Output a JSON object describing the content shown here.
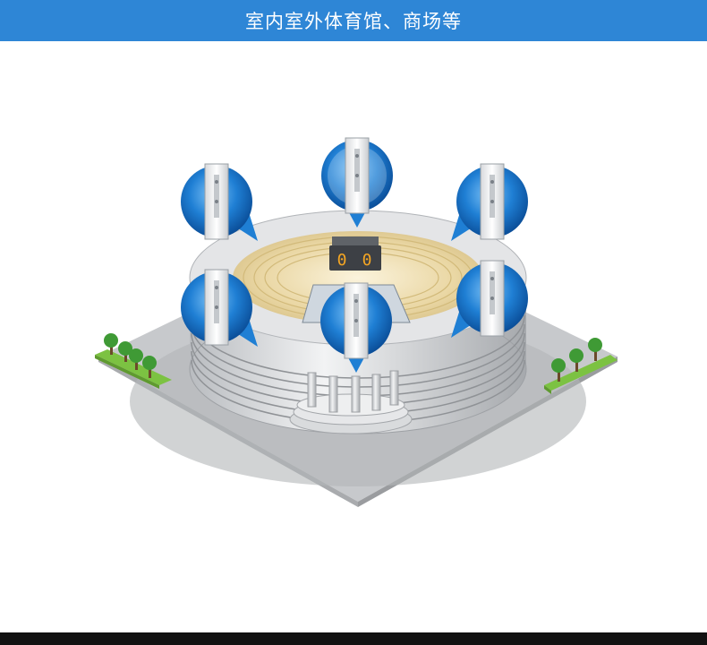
{
  "header": {
    "title": "室内室外体育馆、商场等",
    "background": "#2e86d6"
  },
  "illustration": {
    "subject": "stadium-with-access-points",
    "scoreboard": {
      "left_digit": "0",
      "right_digit": "0"
    },
    "access_point_bubble_count": 6,
    "tree_group_count": 2,
    "colors": {
      "bubble": "#1f7fd4",
      "scoreboard_digits": "#f5a623",
      "grass": "#7cc242",
      "tree": "#3f9a35"
    },
    "icons": [
      "access-point-bubble-icon",
      "tree-icon",
      "scoreboard-icon",
      "column-icon"
    ]
  },
  "footer": {
    "bar_color": "#121212"
  }
}
